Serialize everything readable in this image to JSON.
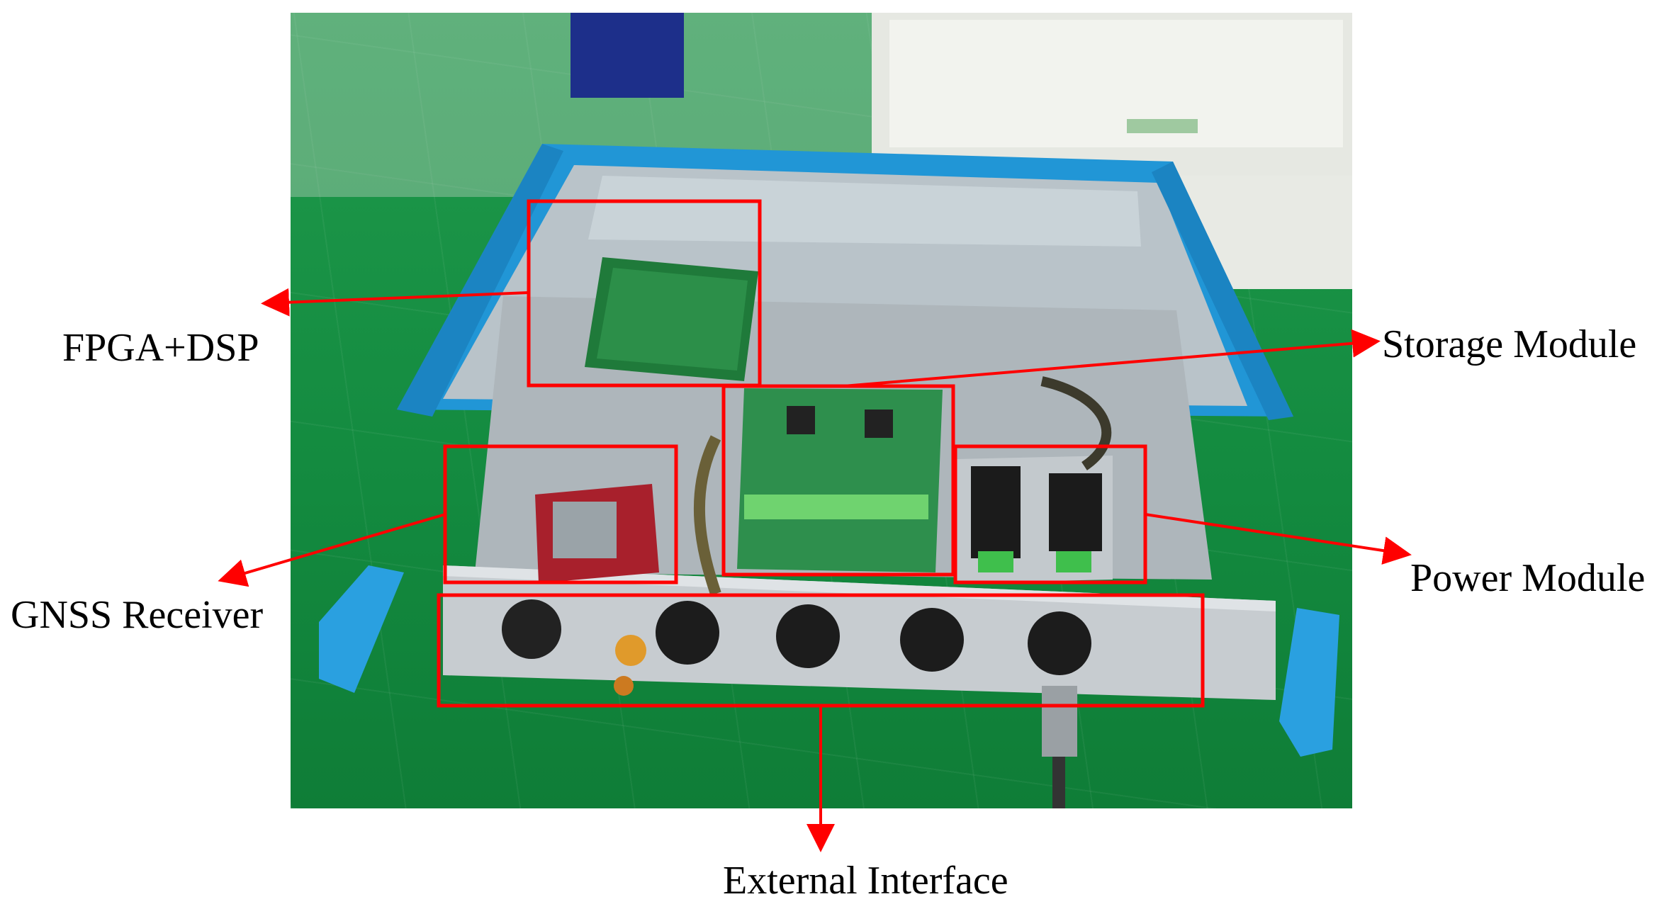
{
  "labels": {
    "fpga_dsp": "FPGA+DSP",
    "storage_module": "Storage Module",
    "gnss_receiver": "GNSS Receiver",
    "power_module": "Power Module",
    "external_interface": "External Interface"
  },
  "colors": {
    "highlight": "#ff0000",
    "enclosure": "#2aa3e0",
    "floor": "#178f44"
  }
}
